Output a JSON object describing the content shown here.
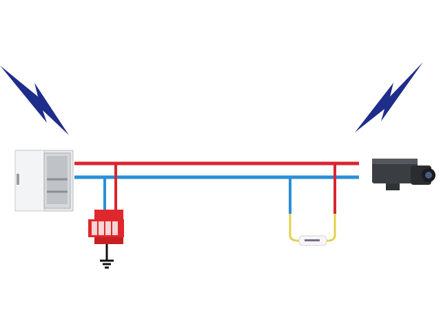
{
  "diagram": {
    "colors": {
      "phase_line": "#d9252e",
      "neutral_line": "#2a8fd6",
      "lightning": "#1f2d8a",
      "surge_protector": "#e0272c",
      "ground": "#111111",
      "filter_lead": "#e4cf4a"
    },
    "components": [
      "lightning-left",
      "electrical-cabinet",
      "surge-protector",
      "ground",
      "line-filter",
      "cctv-camera",
      "lightning-right"
    ]
  }
}
